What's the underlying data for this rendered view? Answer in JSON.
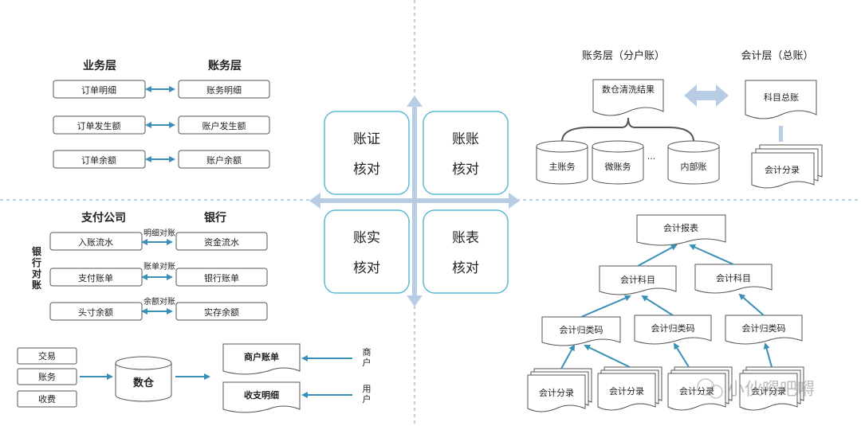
{
  "quadrant_center": {
    "tl": {
      "line1": "账证",
      "line2": "核对"
    },
    "tr": {
      "line1": "账账",
      "line2": "核对"
    },
    "bl": {
      "line1": "账实",
      "line2": "核对"
    },
    "br": {
      "line1": "账表",
      "line2": "核对"
    }
  },
  "q1": {
    "header_left": "业务层",
    "header_right": "账务层",
    "rows": [
      {
        "left": "订单明细",
        "right": "账务明细"
      },
      {
        "left": "订单发生额",
        "right": "账户发生额"
      },
      {
        "left": "订单余额",
        "right": "账户余额"
      }
    ]
  },
  "q2": {
    "header_left": "账务层（分户账）",
    "header_right": "会计层（总账）",
    "clean_doc": "数仓清洗结果",
    "ledger_doc": "科目总账",
    "sub_doc": "会计分录",
    "cylinders": [
      "主账务",
      "微账务",
      "内部账"
    ],
    "ellipsis": "..."
  },
  "q3": {
    "header_left": "支付公司",
    "header_right": "银行",
    "side_label": "银行对账",
    "rows": [
      {
        "left": "入账流水",
        "mid": "明细对账",
        "right": "资金流水"
      },
      {
        "left": "支付账单",
        "mid": "账单对账",
        "right": "银行账单"
      },
      {
        "left": "头寸余额",
        "mid": "余额对账",
        "right": "实存余额"
      }
    ],
    "inputs": [
      "交易",
      "账务",
      "收费"
    ],
    "warehouse": "数仓",
    "outputs": [
      "商户账单",
      "收支明细"
    ],
    "merchant": "商户",
    "user": "用户"
  },
  "q4": {
    "report": "会计报表",
    "subjects": [
      "会计科目",
      "会计科目"
    ],
    "codes": [
      "会计归类码",
      "会计归类码",
      "会计归类码"
    ],
    "entries": [
      "会计分录",
      "会计分录",
      "会计分录",
      "会计分录"
    ]
  },
  "watermark": "小伙嘚吧嘚",
  "colors": {
    "accent": "#3a8fb7",
    "arrow_light": "#b8cce4",
    "box_border": "#555555"
  }
}
